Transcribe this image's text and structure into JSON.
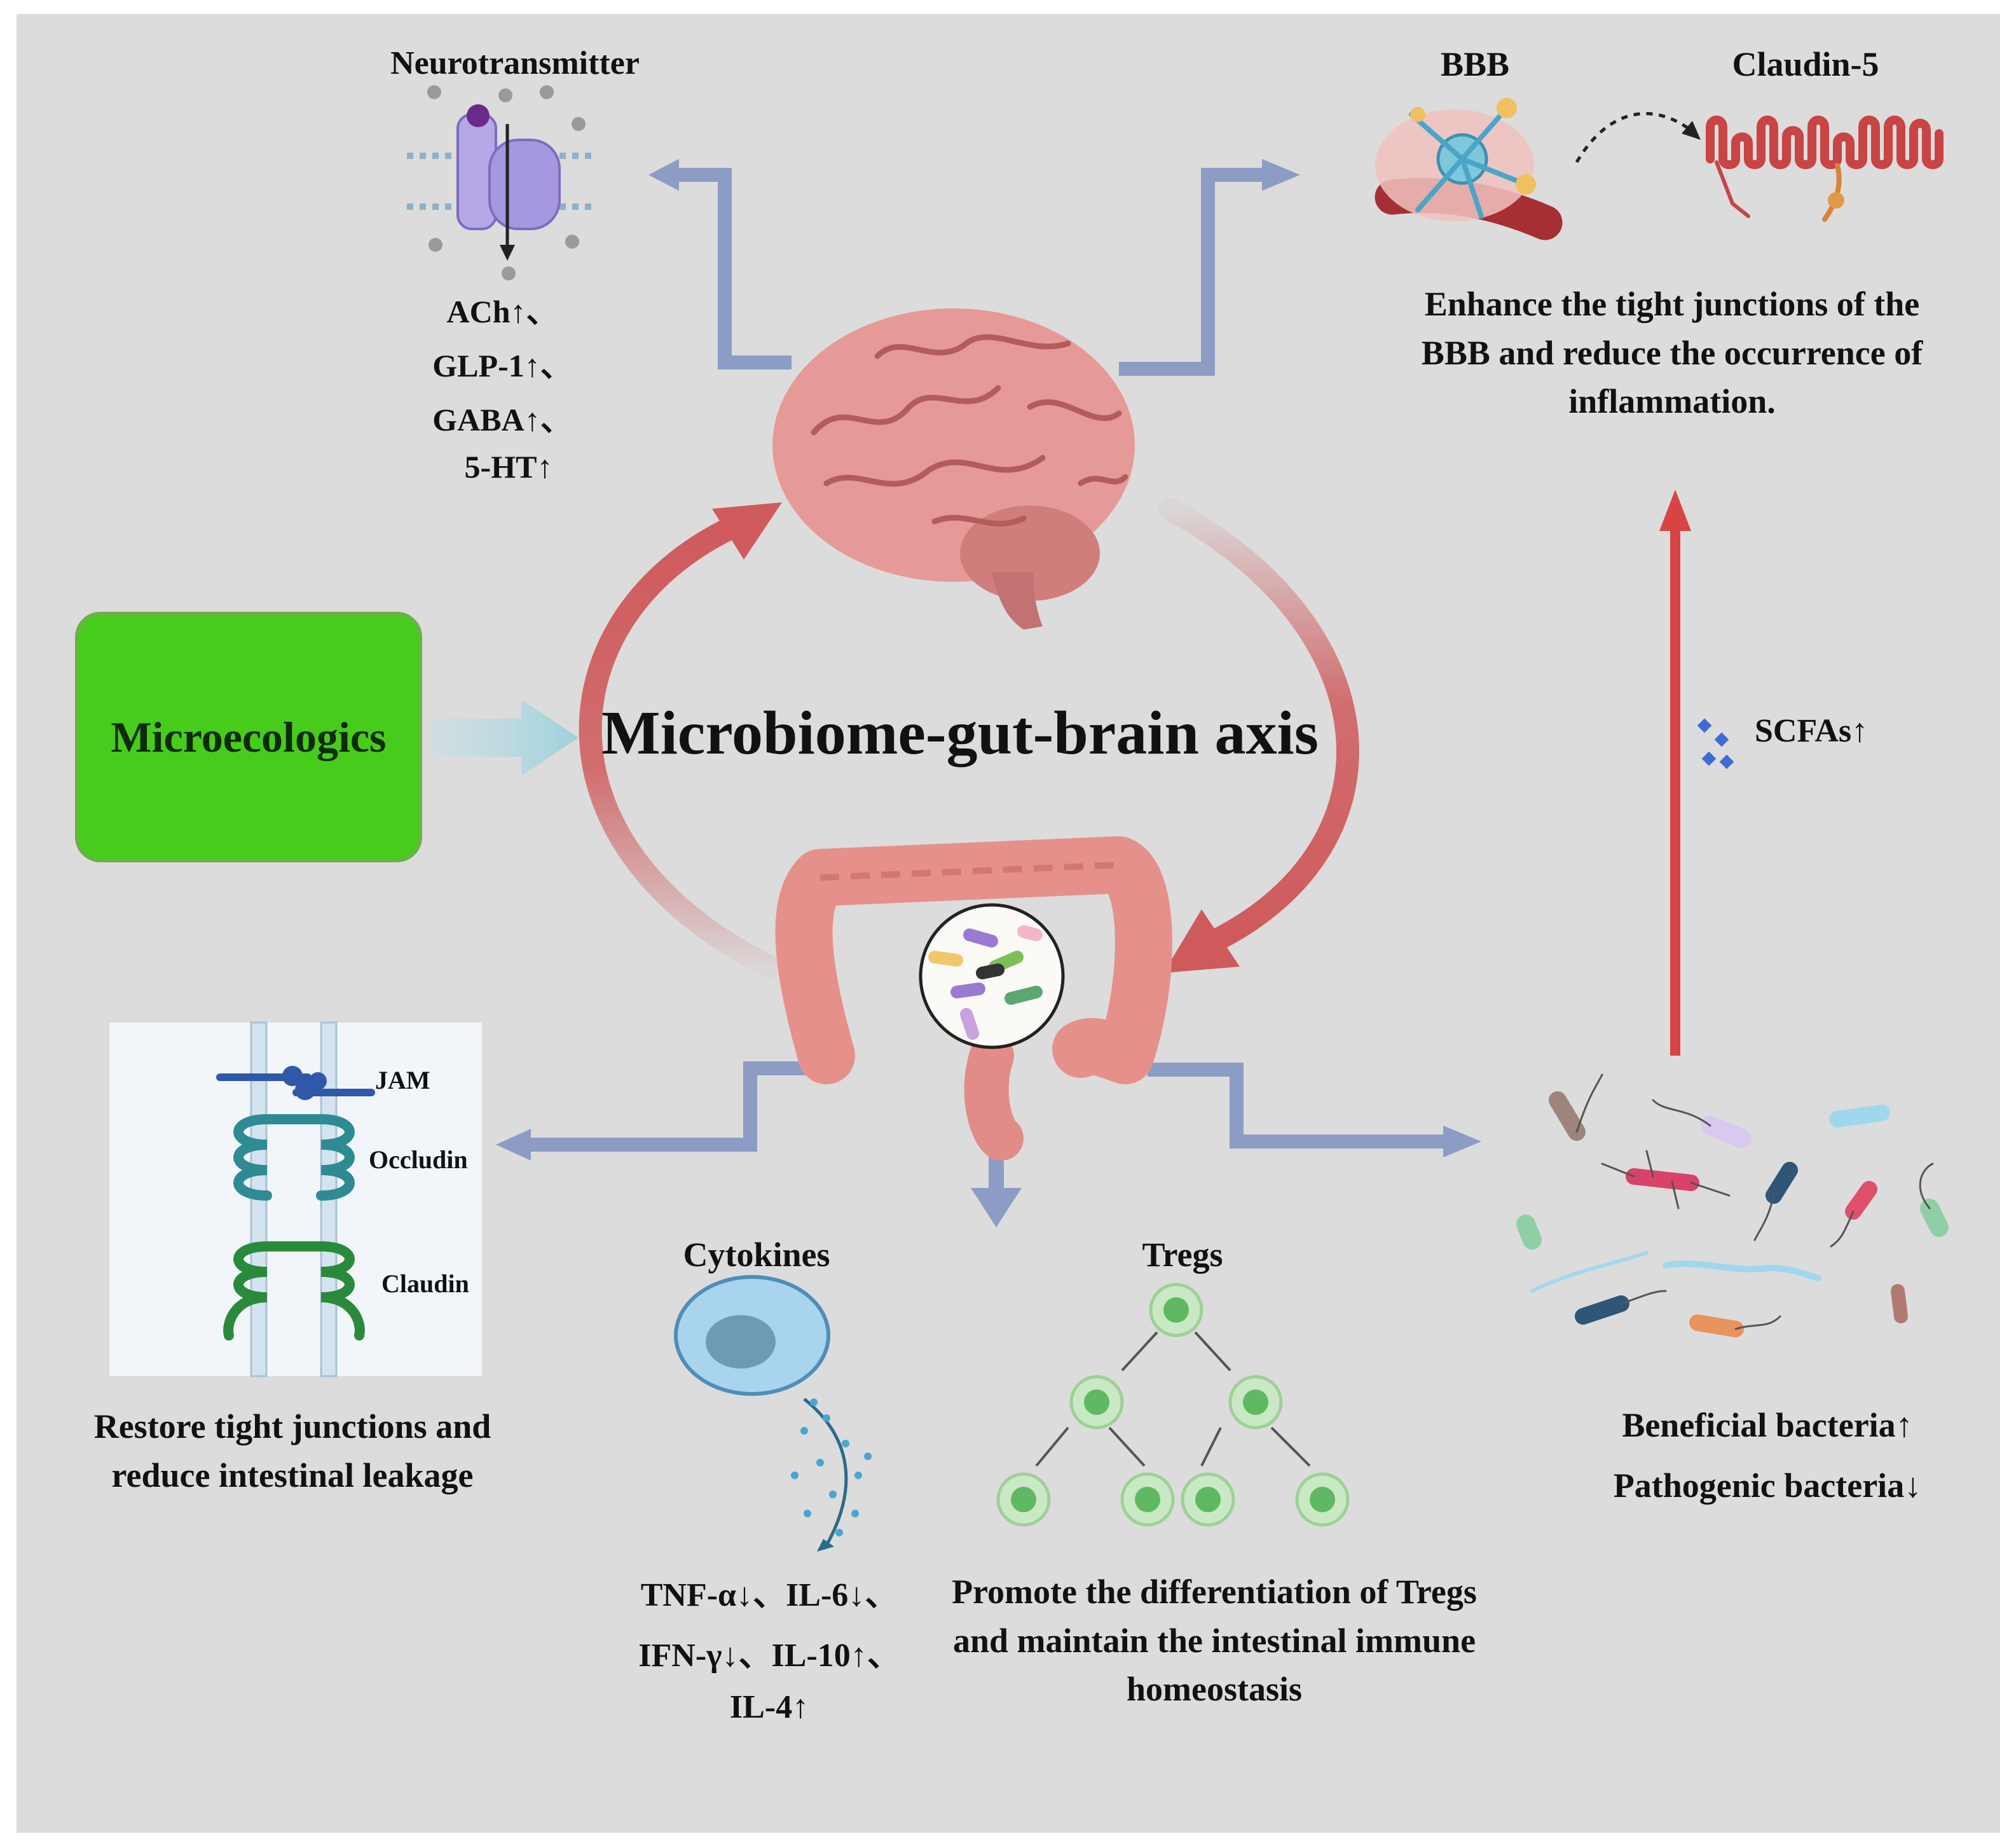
{
  "colors": {
    "background": "#dcdcdc",
    "connector": "#8d9cc4",
    "cycle_arrow": "#cf5a5c",
    "micro_box": "#47cc1b",
    "micro_arrow": "#a9d6df",
    "brain": "#e59a97",
    "colon": "#e6908c",
    "scfa_arrow": "#d84444"
  },
  "center_label": "Microbiome-gut-brain axis",
  "microecologics": {
    "label": "Microecologics"
  },
  "neurotransmitter": {
    "title": "Neurotransmitter",
    "items": [
      "ACh↑、",
      "GLP-1↑、",
      "GABA↑、",
      "5-HT↑"
    ]
  },
  "bbb": {
    "title": "BBB",
    "claudin_title": "Claudin-5",
    "caption": "Enhance the tight junctions of the BBB and reduce the occurrence of inflammation."
  },
  "scfa": {
    "label": "SCFAs↑"
  },
  "junctions": {
    "labels": {
      "jam": "JAM",
      "occludin": "Occludin",
      "claudin": "Claudin"
    },
    "caption": "Restore tight junctions and reduce intestinal leakage"
  },
  "cytokines": {
    "title": "Cytokines",
    "lines": [
      "TNF-α↓、IL-6↓、",
      "IFN-γ↓、IL-10↑、",
      "IL-4↑"
    ]
  },
  "tregs": {
    "title": "Tregs",
    "caption": "Promote the differentiation of Tregs and maintain the intestinal immune homeostasis"
  },
  "bacteria": {
    "beneficial": "Beneficial bacteria↑",
    "pathogenic": "Pathogenic bacteria↓"
  }
}
